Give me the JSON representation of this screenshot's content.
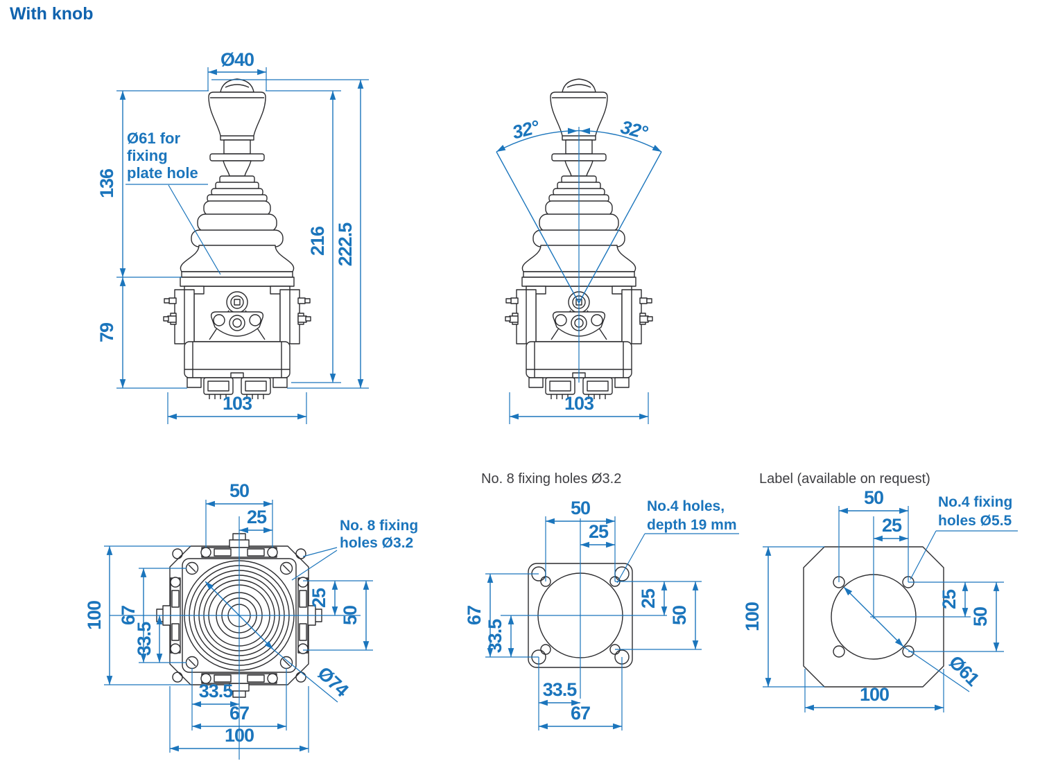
{
  "page": {
    "title": "With knob"
  },
  "colors": {
    "dimension_blue": "#1B75BC",
    "heading_blue": "#1063AE",
    "drawing_dark": "#2B2B2E",
    "caption_gray": "#3E3E42"
  },
  "front_view": {
    "knob_diameter": "Ø40",
    "note": [
      "Ø61 for",
      "fixing",
      "plate hole"
    ],
    "height_knob_to_plate": "136",
    "height_base": "79",
    "height_body": "216",
    "height_total": "222.5",
    "width_base": "103"
  },
  "tilt_view": {
    "angle_left": "32°",
    "angle_right": "32°",
    "width_base": "103"
  },
  "top_view": {
    "note": [
      "No. 8 fixing",
      "holes Ø3.2"
    ],
    "top_span": "50",
    "top_half": "25",
    "left_total": "100",
    "left_span": "67",
    "left_half": "33.5",
    "right_half": "25",
    "right_span": "50",
    "bottom_half": "33.5",
    "bottom_span": "67",
    "bottom_total": "100",
    "bellows_diameter": "Ø74"
  },
  "flange_view": {
    "title": "No. 8 fixing holes Ø3.2",
    "note": [
      "No.4 holes,",
      "depth  19 mm"
    ],
    "top_span": "50",
    "top_half": "25",
    "left_span": "67",
    "left_half": "33.5",
    "right_half": "25",
    "right_span": "50",
    "bottom_half": "33.5",
    "bottom_span": "67"
  },
  "label_view": {
    "title": "Label (available on request)",
    "note": [
      "No.4 fixing",
      "holes Ø5.5"
    ],
    "top_span": "50",
    "top_half": "25",
    "left_total": "100",
    "right_half": "25",
    "right_span": "50",
    "bottom_total": "100",
    "circle_diameter": "Ø61"
  }
}
